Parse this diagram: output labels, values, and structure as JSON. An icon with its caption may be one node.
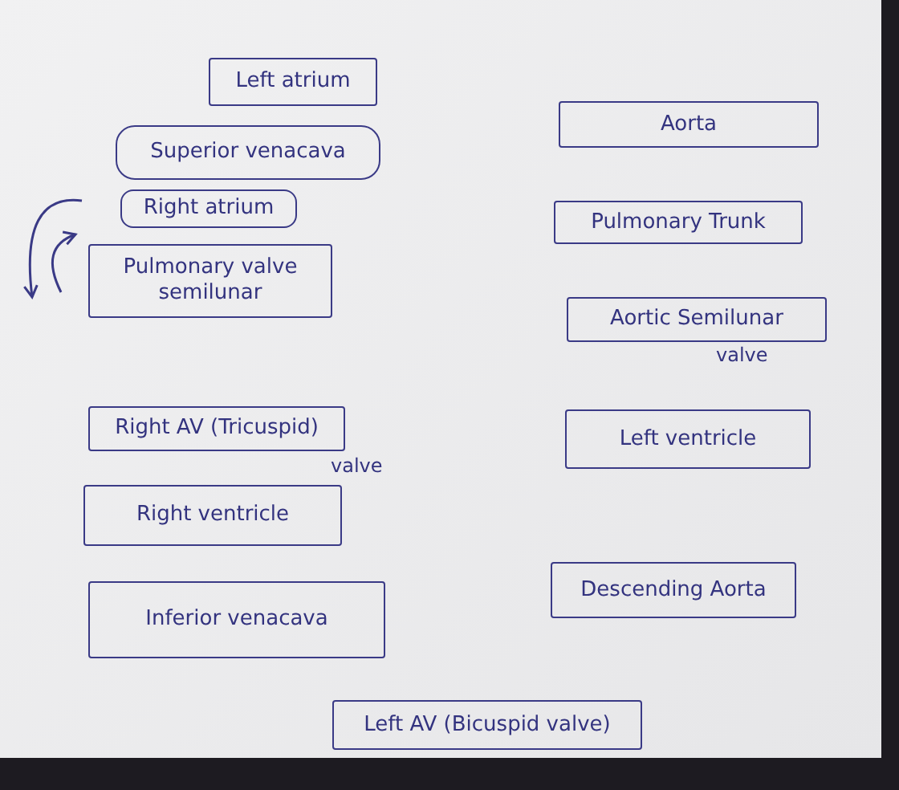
{
  "diagram": {
    "nodes": [
      {
        "text": [
          "Left atrium"
        ]
      },
      {
        "text": [
          "Superior venacava"
        ]
      },
      {
        "text": [
          "Right atrium"
        ]
      },
      {
        "text": [
          "Pulmonary valve semilunar"
        ]
      },
      {
        "text": [
          "Right AV (Tricuspid)"
        ],
        "beside": [
          "valve"
        ]
      },
      {
        "text": [
          "Right ventricle"
        ]
      },
      {
        "text": [
          "Inferior venacava"
        ]
      },
      {
        "text": [
          "Aorta"
        ]
      },
      {
        "text": [
          "Pulmonary Trunk"
        ]
      },
      {
        "text": [
          "Aortic Semilunar"
        ],
        "beside": [
          "valve"
        ]
      },
      {
        "text": [
          "Left ventricle"
        ]
      },
      {
        "text": [
          "Descending Aorta"
        ]
      },
      {
        "text": [
          "Left AV (Bicuspid valve)"
        ]
      }
    ]
  }
}
